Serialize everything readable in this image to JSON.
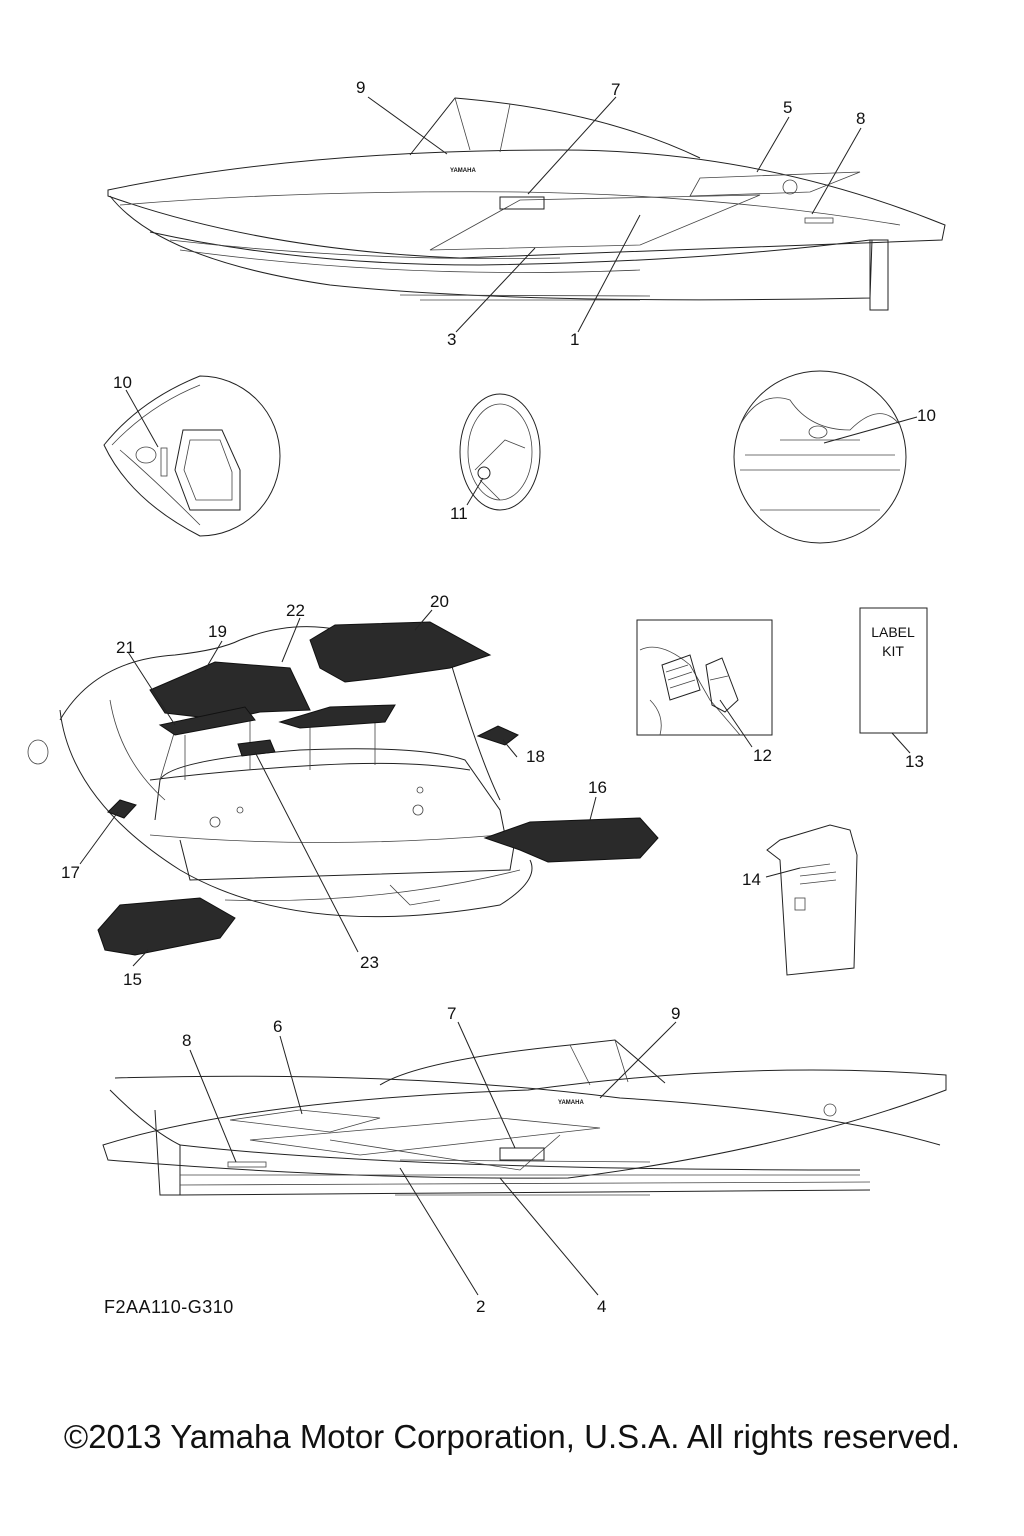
{
  "callouts": {
    "c1": "1",
    "c2": "2",
    "c3": "3",
    "c4": "4",
    "c5": "5",
    "c6": "6",
    "c7": "7",
    "c8": "8",
    "c9": "9",
    "c10": "10",
    "c11": "11",
    "c12": "12",
    "c13": "13",
    "c14": "14",
    "c15": "15",
    "c16": "16",
    "c17": "17",
    "c18": "18",
    "c19": "19",
    "c20": "20",
    "c21": "21",
    "c22": "22",
    "c23": "23"
  },
  "label_kit": {
    "line1": "LABEL",
    "line2": "KIT"
  },
  "decals": {
    "yamaha_top": "YAMAHA",
    "yamaha_bottom": "YAMAHA"
  },
  "drawing_code": "F2AA110-G310",
  "copyright": "©2013 Yamaha Motor Corporation, U.S.A. All rights reserved."
}
